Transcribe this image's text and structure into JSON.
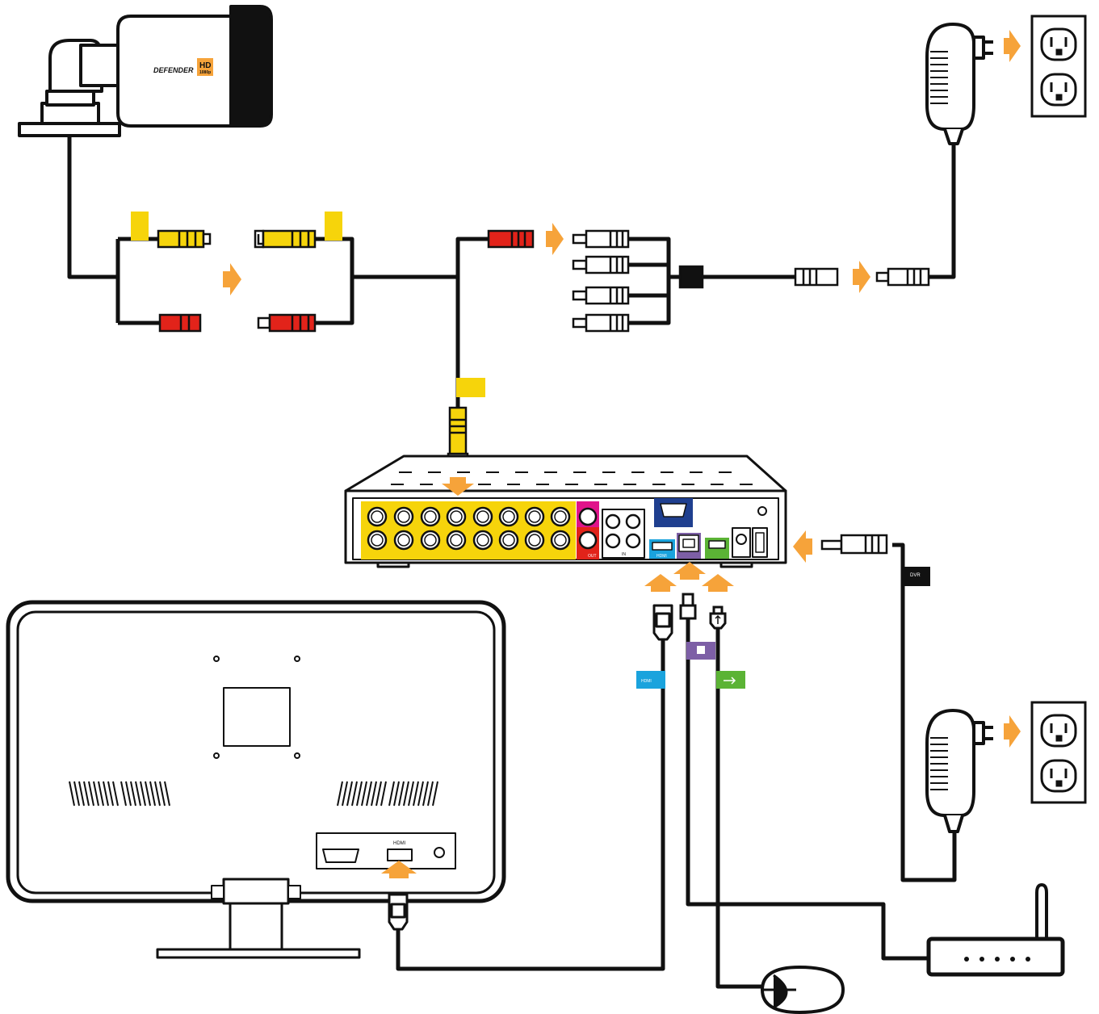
{
  "colors": {
    "line": "#111111",
    "arrow": "#f6a33a",
    "yellow": "#f6d40b",
    "red": "#e2231a",
    "magenta": "#e0148a",
    "navy": "#1f3f8f",
    "cyan": "#1aa3dd",
    "purple": "#7d5fa6",
    "green": "#5bb335",
    "black": "#111111"
  },
  "camera": {
    "brand": "DEFENDER",
    "badge_hd": "HD",
    "badge_res": "1080p"
  },
  "cable_tags": {
    "hdmi": "HDMI",
    "dvr": "DVR"
  },
  "dvr": {
    "label_hdmi": "HDMI",
    "label_audio_out": "OUT",
    "label_audio_in": "IN"
  },
  "monitor": {
    "label_hdmi": "HDMI"
  }
}
